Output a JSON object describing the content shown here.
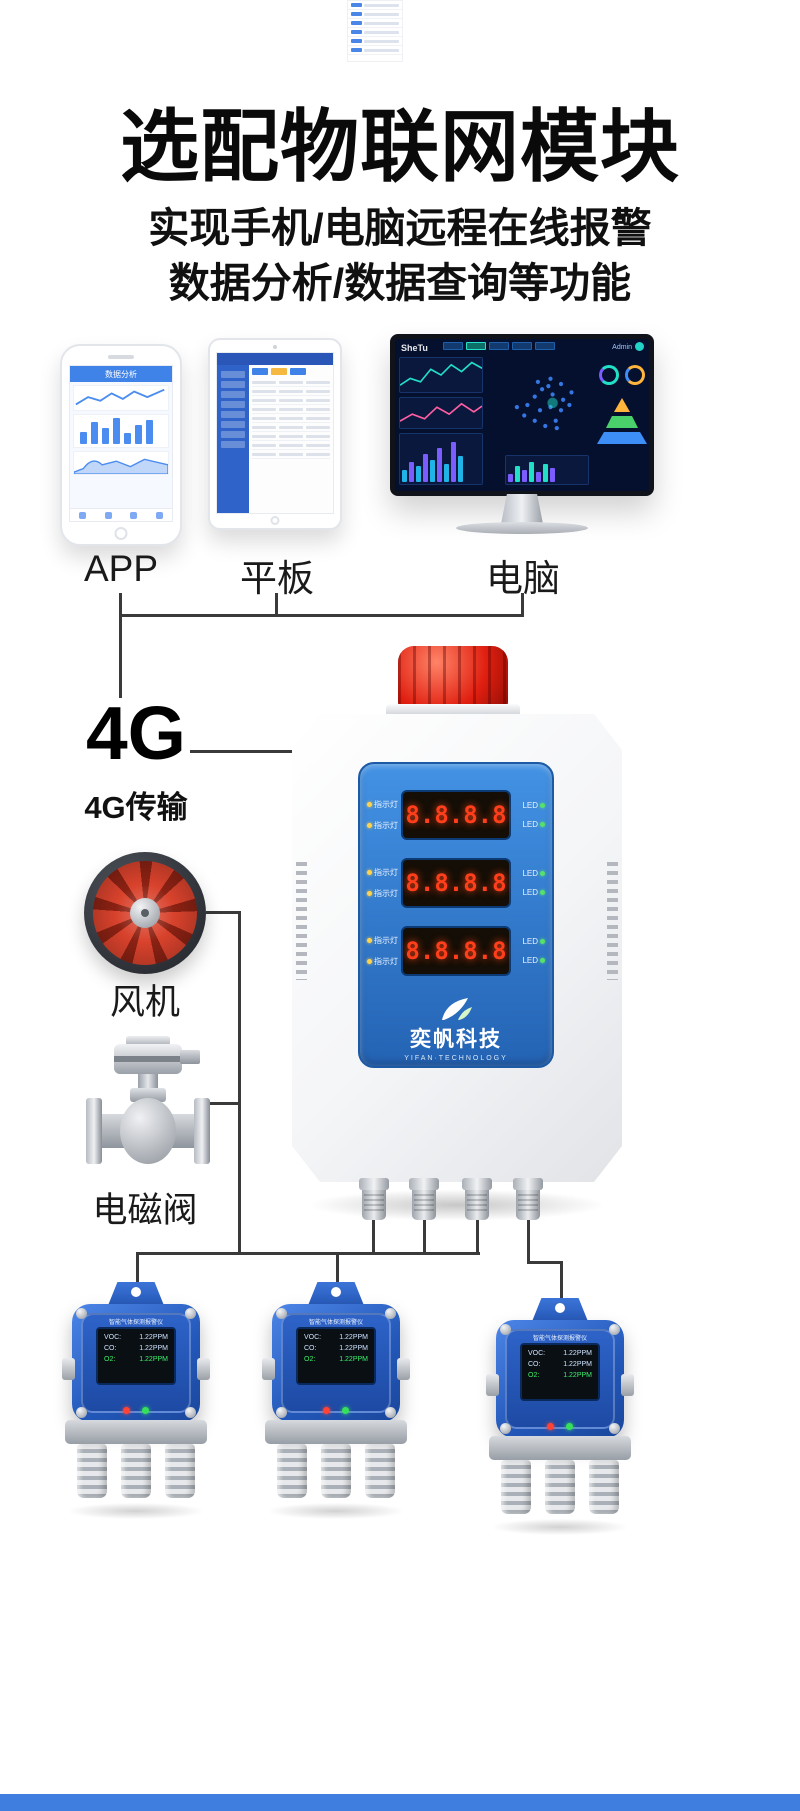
{
  "header": {
    "title": "选配物联网模块",
    "subtitle1": "实现手机/电脑远程在线报警",
    "subtitle2": "数据分析/数据查询等功能"
  },
  "devices": {
    "phone_label": "APP",
    "phone_screen_title": "数据分析",
    "tablet_label": "平板",
    "monitor_label": "电脑",
    "monitor_watermark": "SheTu",
    "monitor_user": "Admin"
  },
  "network": {
    "name": "4G",
    "caption": "4G传输"
  },
  "peripherals": {
    "fan_label": "风机",
    "valve_label": "电磁阀"
  },
  "controller": {
    "indicator_label": "指示灯",
    "led_label": "LED",
    "modules": [
      {
        "digits": "8.8.8.8"
      },
      {
        "digits": "8.8.8.8"
      },
      {
        "digits": "8.8.8.8"
      }
    ],
    "brand_cn": "奕帆科技",
    "brand_en": "YIFAN·TECHNOLOGY"
  },
  "detectors": {
    "screen_title": "智能气体探测报警仪",
    "readings": [
      {
        "gas": "VOC:",
        "value": "1.22PPM"
      },
      {
        "gas": "CO:",
        "value": "1.22PPM"
      },
      {
        "gas": "O2:",
        "value": "1.22PPM"
      }
    ]
  },
  "colors": {
    "panel_blue": "#2f6fc8",
    "detector_blue": "#2a5cc0",
    "alarm_red": "#e02313",
    "wire": "#3a3a3a",
    "footer_blue": "#3f7ede"
  }
}
